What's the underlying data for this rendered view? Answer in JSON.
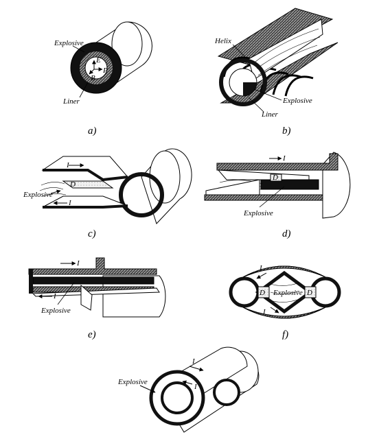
{
  "panels": {
    "a": {
      "caption": "a)",
      "labels": {
        "explosive": "Explosive",
        "liner": "Liner",
        "e": "E",
        "p": "P",
        "b": "B"
      }
    },
    "b": {
      "caption": "b)",
      "labels": {
        "helix": "Helix",
        "explosive": "Explosive",
        "liner": "Liner"
      }
    },
    "c": {
      "caption": "c)",
      "labels": {
        "current_top": "I",
        "d": "D",
        "explosive": "Explosive",
        "current_bottom": "I"
      }
    },
    "d": {
      "caption": "d)",
      "labels": {
        "current": "I",
        "d": "D",
        "explosive": "Explosive"
      }
    },
    "e": {
      "caption": "e)",
      "labels": {
        "current_top": "I",
        "current_bottom": "I",
        "explosive": "Explosive"
      }
    },
    "f": {
      "caption": "f)",
      "labels": {
        "current_top": "I",
        "d_left": "D",
        "explosive": "Explosive",
        "d_right": "D",
        "current_bottom": "I"
      }
    },
    "g": {
      "labels": {
        "explosive": "Explosive",
        "current_outer": "I",
        "current_inner": "I"
      }
    }
  }
}
